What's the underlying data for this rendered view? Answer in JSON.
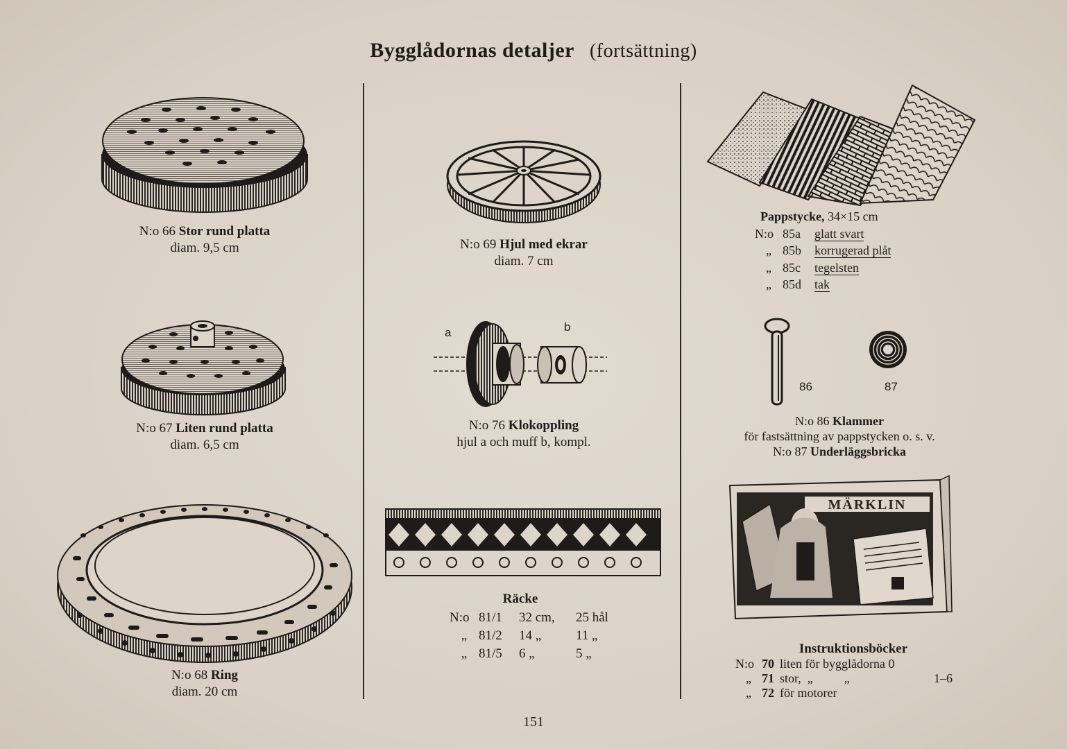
{
  "header": {
    "title": "Bygglådornas detaljer",
    "subtitle": "(fortsättning)"
  },
  "items": {
    "i66": {
      "no": "N:o 66",
      "name": "Stor rund platta",
      "dim": "diam. 9,5 cm"
    },
    "i67": {
      "no": "N:o 67",
      "name": "Liten rund platta",
      "dim": "diam. 6,5 cm"
    },
    "i68": {
      "no": "N:o 68",
      "name": "Ring",
      "dim": "diam. 20 cm"
    },
    "i69": {
      "no": "N:o 69",
      "name": "Hjul med ekrar",
      "dim": "diam. 7 cm"
    },
    "i76": {
      "no": "N:o 76",
      "name": "Klokoppling",
      "desc": "hjul a och muff b, kompl.",
      "label_a": "a",
      "label_b": "b"
    },
    "racke": {
      "title": "Räcke",
      "rows": [
        {
          "prefix": "N:o",
          "code": "81/1",
          "length": "32 cm,",
          "holes": "25 hål"
        },
        {
          "prefix": "„",
          "code": "81/2",
          "length": "14  „",
          "holes": "11  „"
        },
        {
          "prefix": "„",
          "code": "81/5",
          "length": "6  „",
          "holes": "5  „"
        }
      ]
    },
    "pappstycke": {
      "title": "Pappstycke,",
      "size": "34×15 cm",
      "rows": [
        {
          "prefix": "N:o",
          "code": "85a",
          "text": "glatt svart"
        },
        {
          "prefix": "„",
          "code": "85b",
          "text": "korrugerad plåt"
        },
        {
          "prefix": "„",
          "code": "85c",
          "text": "tegelsten"
        },
        {
          "prefix": "„",
          "code": "85d",
          "text": "tak"
        }
      ]
    },
    "klammer": {
      "num86": "86",
      "num87": "87",
      "no86": "N:o 86",
      "name86": "Klammer",
      "desc": "för fastsättning av pappstycken o. s. v.",
      "no87": "N:o 87",
      "name87": "Underläggsbricka"
    },
    "books": {
      "cover_brand": "MÄRKLIN",
      "title": "Instruktionsböcker",
      "rows": [
        {
          "prefix": "N:o",
          "no": "70",
          "text": "liten för bygglådorna 0",
          "range": ""
        },
        {
          "prefix": "„",
          "no": "71",
          "text": "stor,  „          „",
          "range": "1–6"
        },
        {
          "prefix": "„",
          "no": "72",
          "text": "för motorer",
          "range": ""
        }
      ]
    }
  },
  "page_number": "151"
}
